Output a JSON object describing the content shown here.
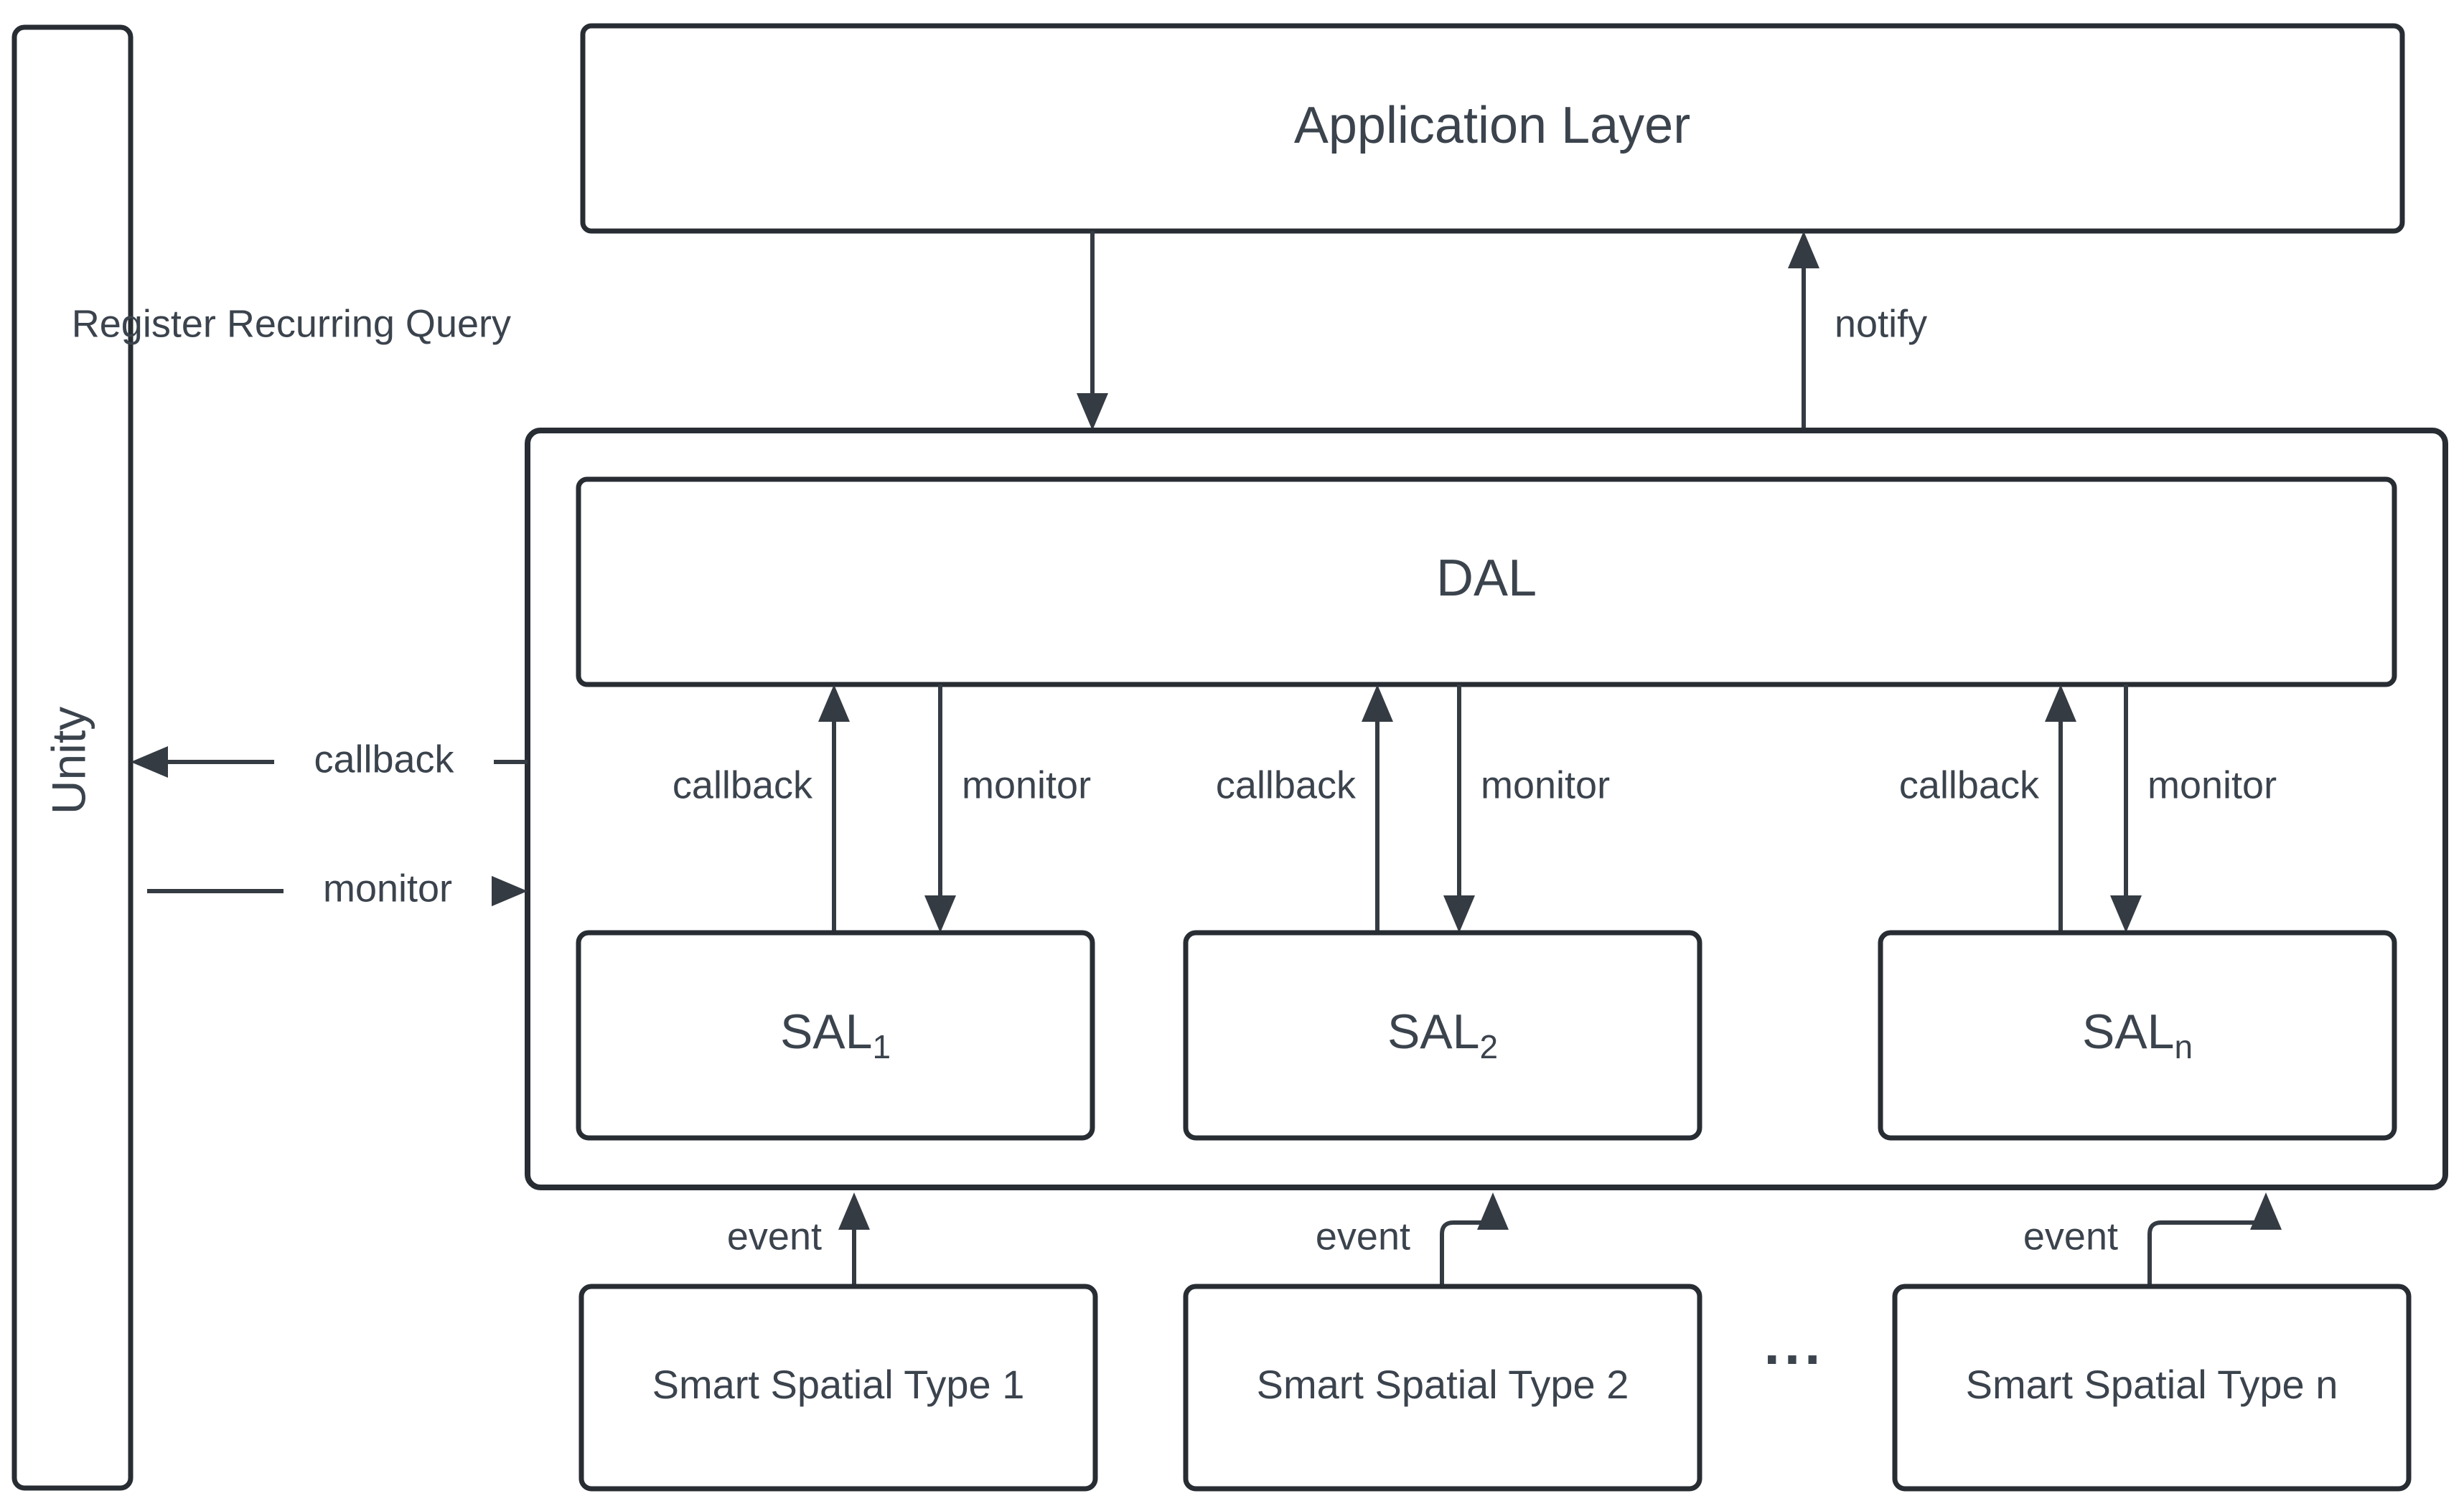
{
  "diagram": {
    "title": "Smart Spatial Architecture Layer Diagram",
    "stroke_color": "#282d33",
    "text_color": "#3b434d",
    "background_color": "#ffffff",
    "connector_color": "#353b43"
  },
  "nodes": {
    "unity": {
      "label": "Unity",
      "orientation": "vertical-bottom-to-top"
    },
    "application_layer": {
      "label": "Application Layer"
    },
    "dal": {
      "label": "DAL"
    },
    "sal_layer": {
      "items": [
        {
          "base": "SAL",
          "subscript": "1"
        },
        {
          "base": "SAL",
          "subscript": "2"
        },
        {
          "base": "SAL",
          "subscript": "n"
        }
      ]
    },
    "smart_spatial_types": {
      "items": [
        {
          "label": "Smart Spatial Type 1"
        },
        {
          "label": "Smart Spatial Type 2"
        },
        {
          "label": "Smart Spatial Type n"
        }
      ],
      "ellipsis": "..."
    }
  },
  "edges": {
    "app_to_dal": {
      "label": "Register Recurring Query",
      "direction": "down"
    },
    "dal_to_app": {
      "label": "notify",
      "direction": "up"
    },
    "unity_callback": {
      "label": "callback",
      "direction": "left"
    },
    "unity_monitor": {
      "label": "monitor",
      "direction": "right"
    },
    "sal_columns": [
      {
        "callback": "callback",
        "monitor": "monitor"
      },
      {
        "callback": "callback",
        "monitor": "monitor"
      },
      {
        "callback": "callback",
        "monitor": "monitor"
      }
    ],
    "events": [
      {
        "label": "event"
      },
      {
        "label": "event"
      },
      {
        "label": "event"
      }
    ]
  }
}
